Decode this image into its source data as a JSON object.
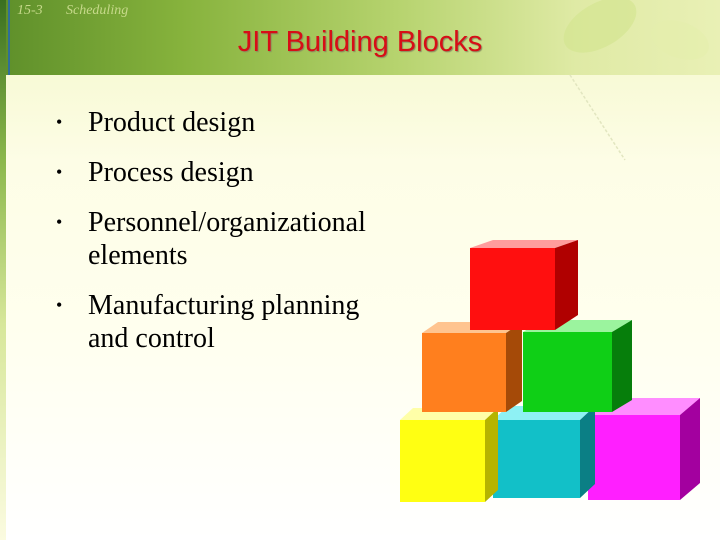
{
  "header": {
    "slide_number": "15-3",
    "section": "Scheduling",
    "title": "JIT Building Blocks"
  },
  "bullets": [
    {
      "text": "Product design"
    },
    {
      "text": "Process design"
    },
    {
      "text": "Personnel/organizational elements"
    },
    {
      "text": "Manufacturing planning and control"
    }
  ],
  "blocks": {
    "colors": {
      "red": "#ff0f0f",
      "orange": "#ff7f1e",
      "green": "#0fcf16",
      "yellow": "#ffff12",
      "cyan": "#12c0c8",
      "magenta": "#ff1fff"
    }
  },
  "theme": {
    "title_color": "#d70e16",
    "header_green": "#6f9e30"
  }
}
